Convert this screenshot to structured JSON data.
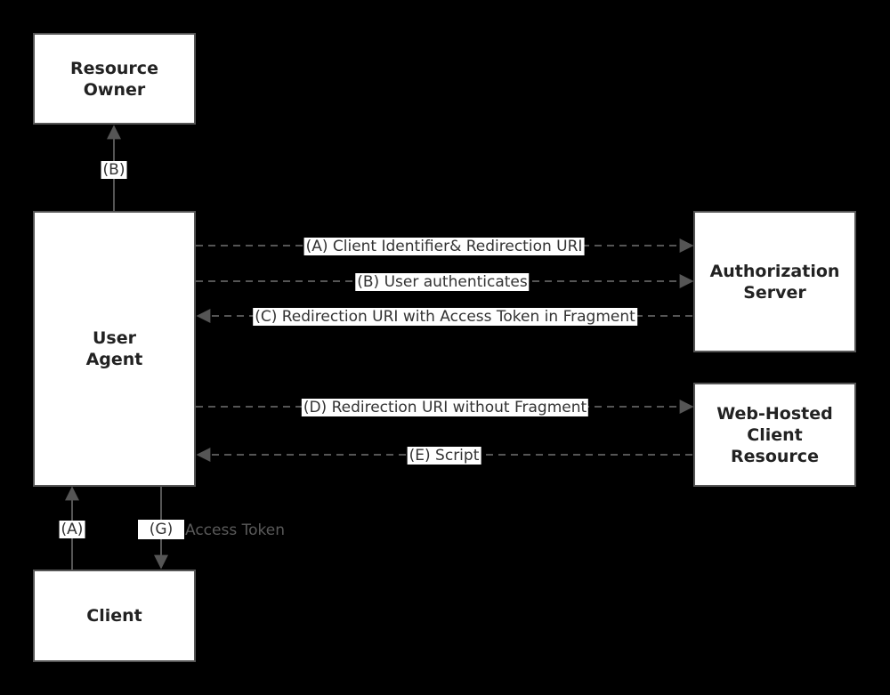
{
  "nodes": {
    "resource_owner": "Resource\nOwner",
    "user_agent": "User\nAgent",
    "authorization_server": "Authorization\nServer",
    "web_hosted_client_resource": "Web-Hosted\nClient\nResource",
    "client": "Client"
  },
  "edges": {
    "a_user_agent_to_auth": "(A) Client Identifier& Redirection URI",
    "b_user_authenticates": "(B) User authenticates",
    "c_redirect_with_token": "(C) Redirection URI with Access Token in Fragment",
    "d_redirect_without_fragment": "(D) Redirection URI without Fragment",
    "e_script": "(E) Script",
    "b_to_resource_owner": "(B)",
    "a_client_to_user_agent": "(A)",
    "g_access_token": "(G)",
    "g_access_token_text": "Access Token"
  },
  "colors": {
    "background": "#000000",
    "box_fill": "#ffffff",
    "line": "#555555"
  }
}
